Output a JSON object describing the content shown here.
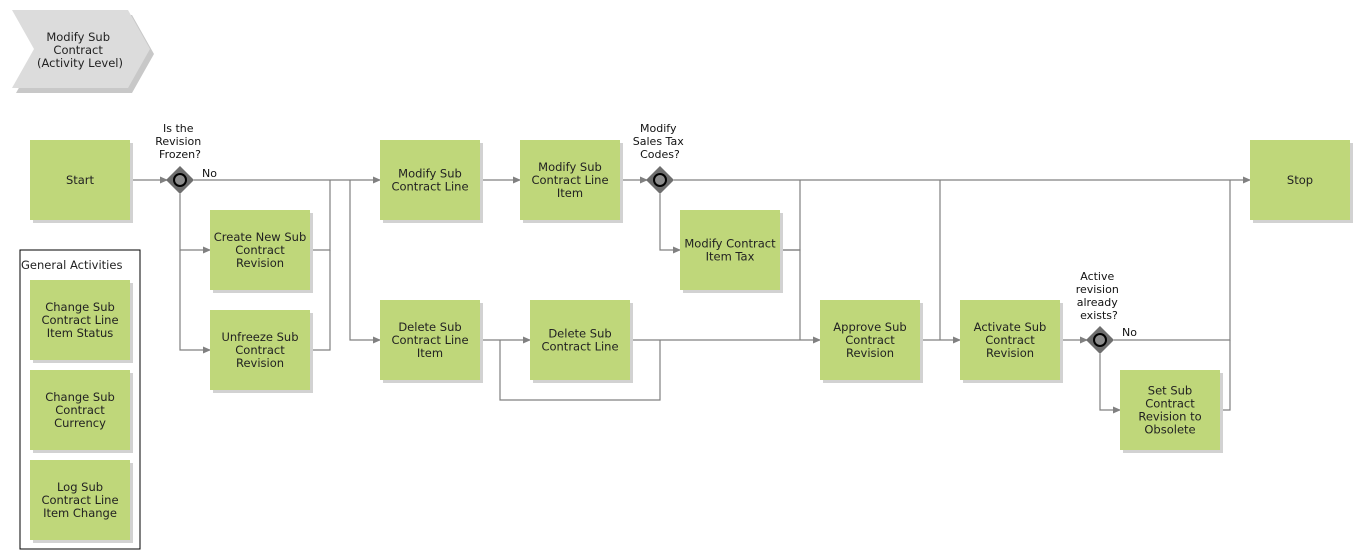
{
  "colors": {
    "box_fill": "#bfd77a",
    "box_shadow": "#d2d2d2",
    "connector": "#808080",
    "gateway_fill": "#6e6e6e",
    "header_fill": "#dcdcdc"
  },
  "header": {
    "label": [
      "Modify Sub",
      "Contract",
      "(Activity Level)"
    ]
  },
  "general_activities": {
    "title": "General Activities",
    "items": [
      [
        "Change Sub",
        "Contract Line",
        "Item Status"
      ],
      [
        "Change Sub",
        "Contract",
        "Currency"
      ],
      [
        "Log Sub",
        "Contract Line",
        "Item Change"
      ]
    ]
  },
  "activities": {
    "start": [
      "Start"
    ],
    "create_revision": [
      "Create New Sub",
      "Contract",
      "Revision"
    ],
    "unfreeze_revision": [
      "Unfreeze Sub",
      "Contract",
      "Revision"
    ],
    "modify_line": [
      "Modify Sub",
      "Contract Line"
    ],
    "delete_line_item": [
      "Delete Sub",
      "Contract Line",
      "Item"
    ],
    "modify_line_item": [
      "Modify Sub",
      "Contract Line",
      "Item"
    ],
    "delete_line": [
      "Delete Sub",
      "Contract Line"
    ],
    "modify_item_tax": [
      "Modify Contract",
      "Item Tax"
    ],
    "approve_revision": [
      "Approve Sub",
      "Contract",
      "Revision"
    ],
    "activate_revision": [
      "Activate Sub",
      "Contract",
      "Revision"
    ],
    "set_obsolete": [
      "Set Sub",
      "Contract",
      "Revision to",
      "Obsolete"
    ],
    "stop": [
      "Stop"
    ]
  },
  "gateways": {
    "frozen": {
      "question": [
        "Is the",
        "Revision",
        "Frozen?"
      ],
      "branch_label": "No"
    },
    "tax_codes": {
      "question": [
        "Modify",
        "Sales Tax",
        "Codes?"
      ]
    },
    "active_exists": {
      "question": [
        "Active",
        "revision",
        "already",
        "exists?"
      ],
      "branch_label": "No"
    }
  }
}
